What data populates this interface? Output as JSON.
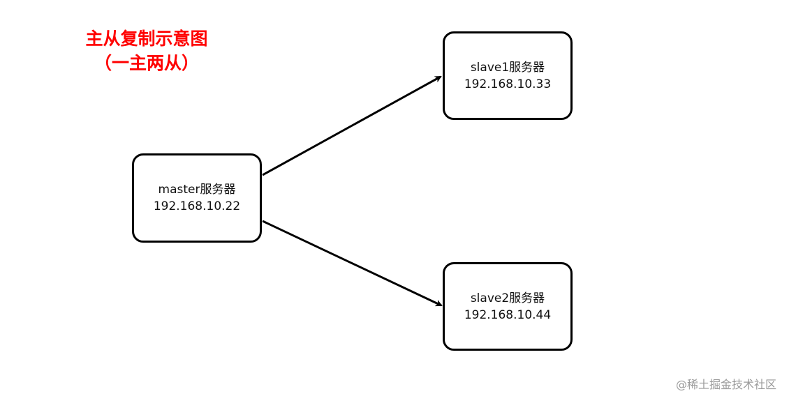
{
  "title": {
    "line1": "主从复制示意图",
    "line2": "（一主两从）",
    "color": "#ff0000"
  },
  "nodes": {
    "master": {
      "name": "master服务器",
      "ip": "192.168.10.22"
    },
    "slave1": {
      "name": "slave1服务器",
      "ip": "192.168.10.33"
    },
    "slave2": {
      "name": "slave2服务器",
      "ip": "192.168.10.44"
    }
  },
  "edges": [
    {
      "from": "master",
      "to": "slave1"
    },
    {
      "from": "master",
      "to": "slave2"
    }
  ],
  "watermark": "@稀土掘金技术社区"
}
